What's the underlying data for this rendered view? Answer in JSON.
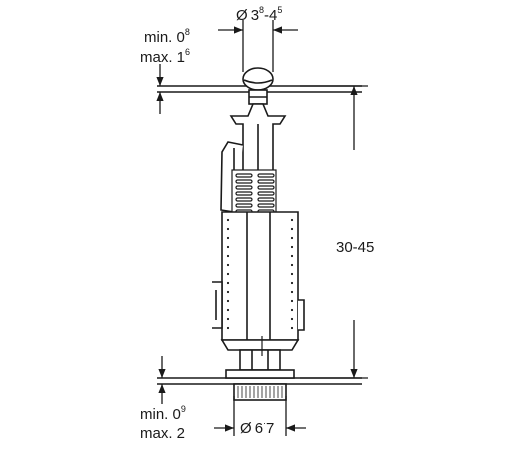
{
  "labels": {
    "top_diameter": {
      "sym": "Ø",
      "base": "3",
      "sup_a": "8",
      "dash": "-",
      "base_b": "4",
      "sup_b": "5"
    },
    "top_min": {
      "text": "min. 0",
      "sup": "8"
    },
    "top_max": {
      "text": "max. 1",
      "sup": "6"
    },
    "height_range": "30-45",
    "bottom_min": {
      "text": "min. 0",
      "sup": "9"
    },
    "bottom_max": {
      "text": "max. 2"
    },
    "bottom_diameter": {
      "sym": "Ø",
      "base": "6",
      "sup_a": "",
      "dot": "·",
      "base_b": "7"
    }
  }
}
